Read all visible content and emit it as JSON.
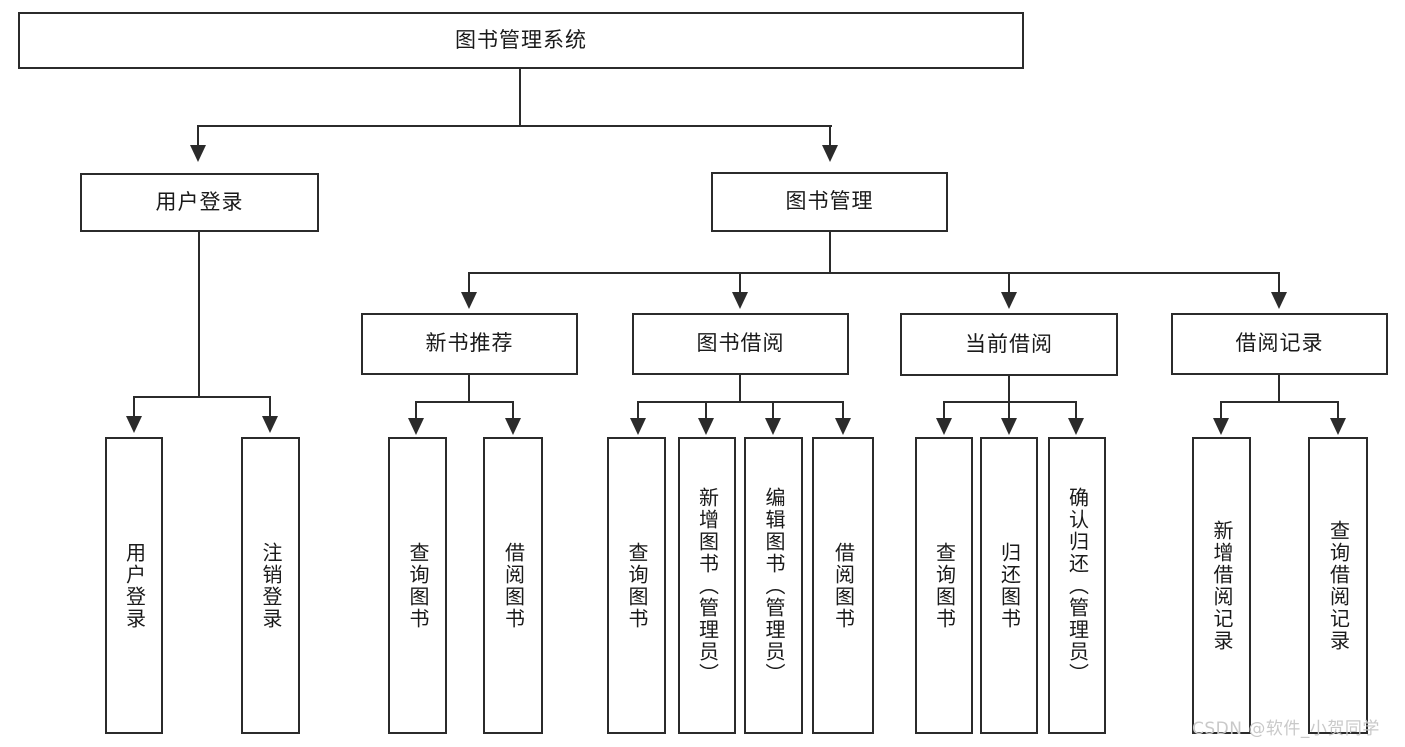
{
  "diagram": {
    "type": "tree-hierarchy-chart",
    "title": "图书管理系统",
    "root": {
      "label": "图书管理系统"
    },
    "level2": [
      {
        "id": "user-login",
        "label": "用户登录"
      },
      {
        "id": "book-manage",
        "label": "图书管理"
      }
    ],
    "level3": [
      {
        "id": "new-book-recommend",
        "label": "新书推荐"
      },
      {
        "id": "book-borrow",
        "label": "图书借阅"
      },
      {
        "id": "current-borrow",
        "label": "当前借阅"
      },
      {
        "id": "borrow-record",
        "label": "借阅记录"
      }
    ],
    "leaves": {
      "user_login": [
        {
          "id": "leaf-user-login",
          "label": "用户登录"
        },
        {
          "id": "leaf-logout-login",
          "label": "注销登录"
        }
      ],
      "new_book_recommend": [
        {
          "id": "leaf-query-book-1",
          "label": "查询图书"
        },
        {
          "id": "leaf-borrow-book-1",
          "label": "借阅图书"
        }
      ],
      "book_borrow": [
        {
          "id": "leaf-query-book-2",
          "label": "查询图书"
        },
        {
          "id": "leaf-add-book-admin",
          "label": "新增图书（管理员）"
        },
        {
          "id": "leaf-edit-book-admin",
          "label": "编辑图书（管理员）"
        },
        {
          "id": "leaf-borrow-book-2",
          "label": "借阅图书"
        }
      ],
      "current_borrow": [
        {
          "id": "leaf-query-book-3",
          "label": "查询图书"
        },
        {
          "id": "leaf-return-book",
          "label": "归还图书"
        },
        {
          "id": "leaf-confirm-return-admin",
          "label": "确认归还（管理员）"
        }
      ],
      "borrow_record": [
        {
          "id": "leaf-add-borrow-record",
          "label": "新增借阅记录"
        },
        {
          "id": "leaf-query-borrow-record",
          "label": "查询借阅记录"
        }
      ]
    }
  },
  "watermark": {
    "text": "CSDN @软件_小贺同学"
  },
  "colors": {
    "stroke": "#2b2b2b",
    "fill": "#ffffff",
    "text": "#1a1a1a",
    "watermark": "#c9c9c9"
  }
}
